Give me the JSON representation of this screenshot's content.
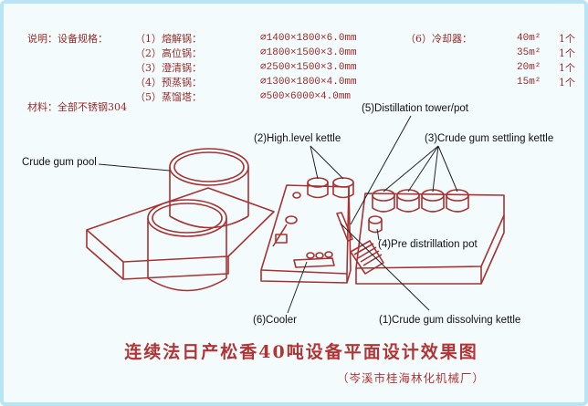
{
  "header": {
    "spec_title": "说明：设备规格：",
    "material": "材料：全部不锈钢304"
  },
  "specs": [
    {
      "name": "（1）熔解锅：",
      "dims": "∅1400×1800×6.0mm"
    },
    {
      "name": "（2）高位锅：",
      "dims": "∅1800×1500×3.0mm"
    },
    {
      "name": "（3）澄清锅：",
      "dims": "∅2500×1500×3.0mm"
    },
    {
      "name": "（4）预蒸锅：",
      "dims": "∅1300×1800×4.0mm"
    },
    {
      "name": "（5）蒸馏塔：",
      "dims": "∅500×6000×4.0mm"
    }
  ],
  "cooler_specs": {
    "label": "（6）冷却器：",
    "rows": [
      {
        "area": "40m²",
        "qty": "1个"
      },
      {
        "area": "35m²",
        "qty": "1个"
      },
      {
        "area": "20m²",
        "qty": "1个"
      },
      {
        "area": "15m²",
        "qty": "1个"
      }
    ]
  },
  "labels": {
    "distillation": "(5)Distillation tower/pot",
    "high_level": "(2)High.level kettle",
    "settling": "(3)Crude gum settling kettle",
    "pool": "Crude gum pool",
    "pre_distillation": "(4)Pre distrillation pot",
    "cooler": "(6)Cooler",
    "dissolving": "(1)Crude gum dissolving kettle"
  },
  "footer": {
    "title": "连续法日产松香40吨设备平面设计效果图",
    "subtitle": "（岑溪市桂海林化机械厂）"
  },
  "colors": {
    "drawing": "#a83232",
    "text_red": "#9a2a2a",
    "frame": "#b9e4f4"
  }
}
